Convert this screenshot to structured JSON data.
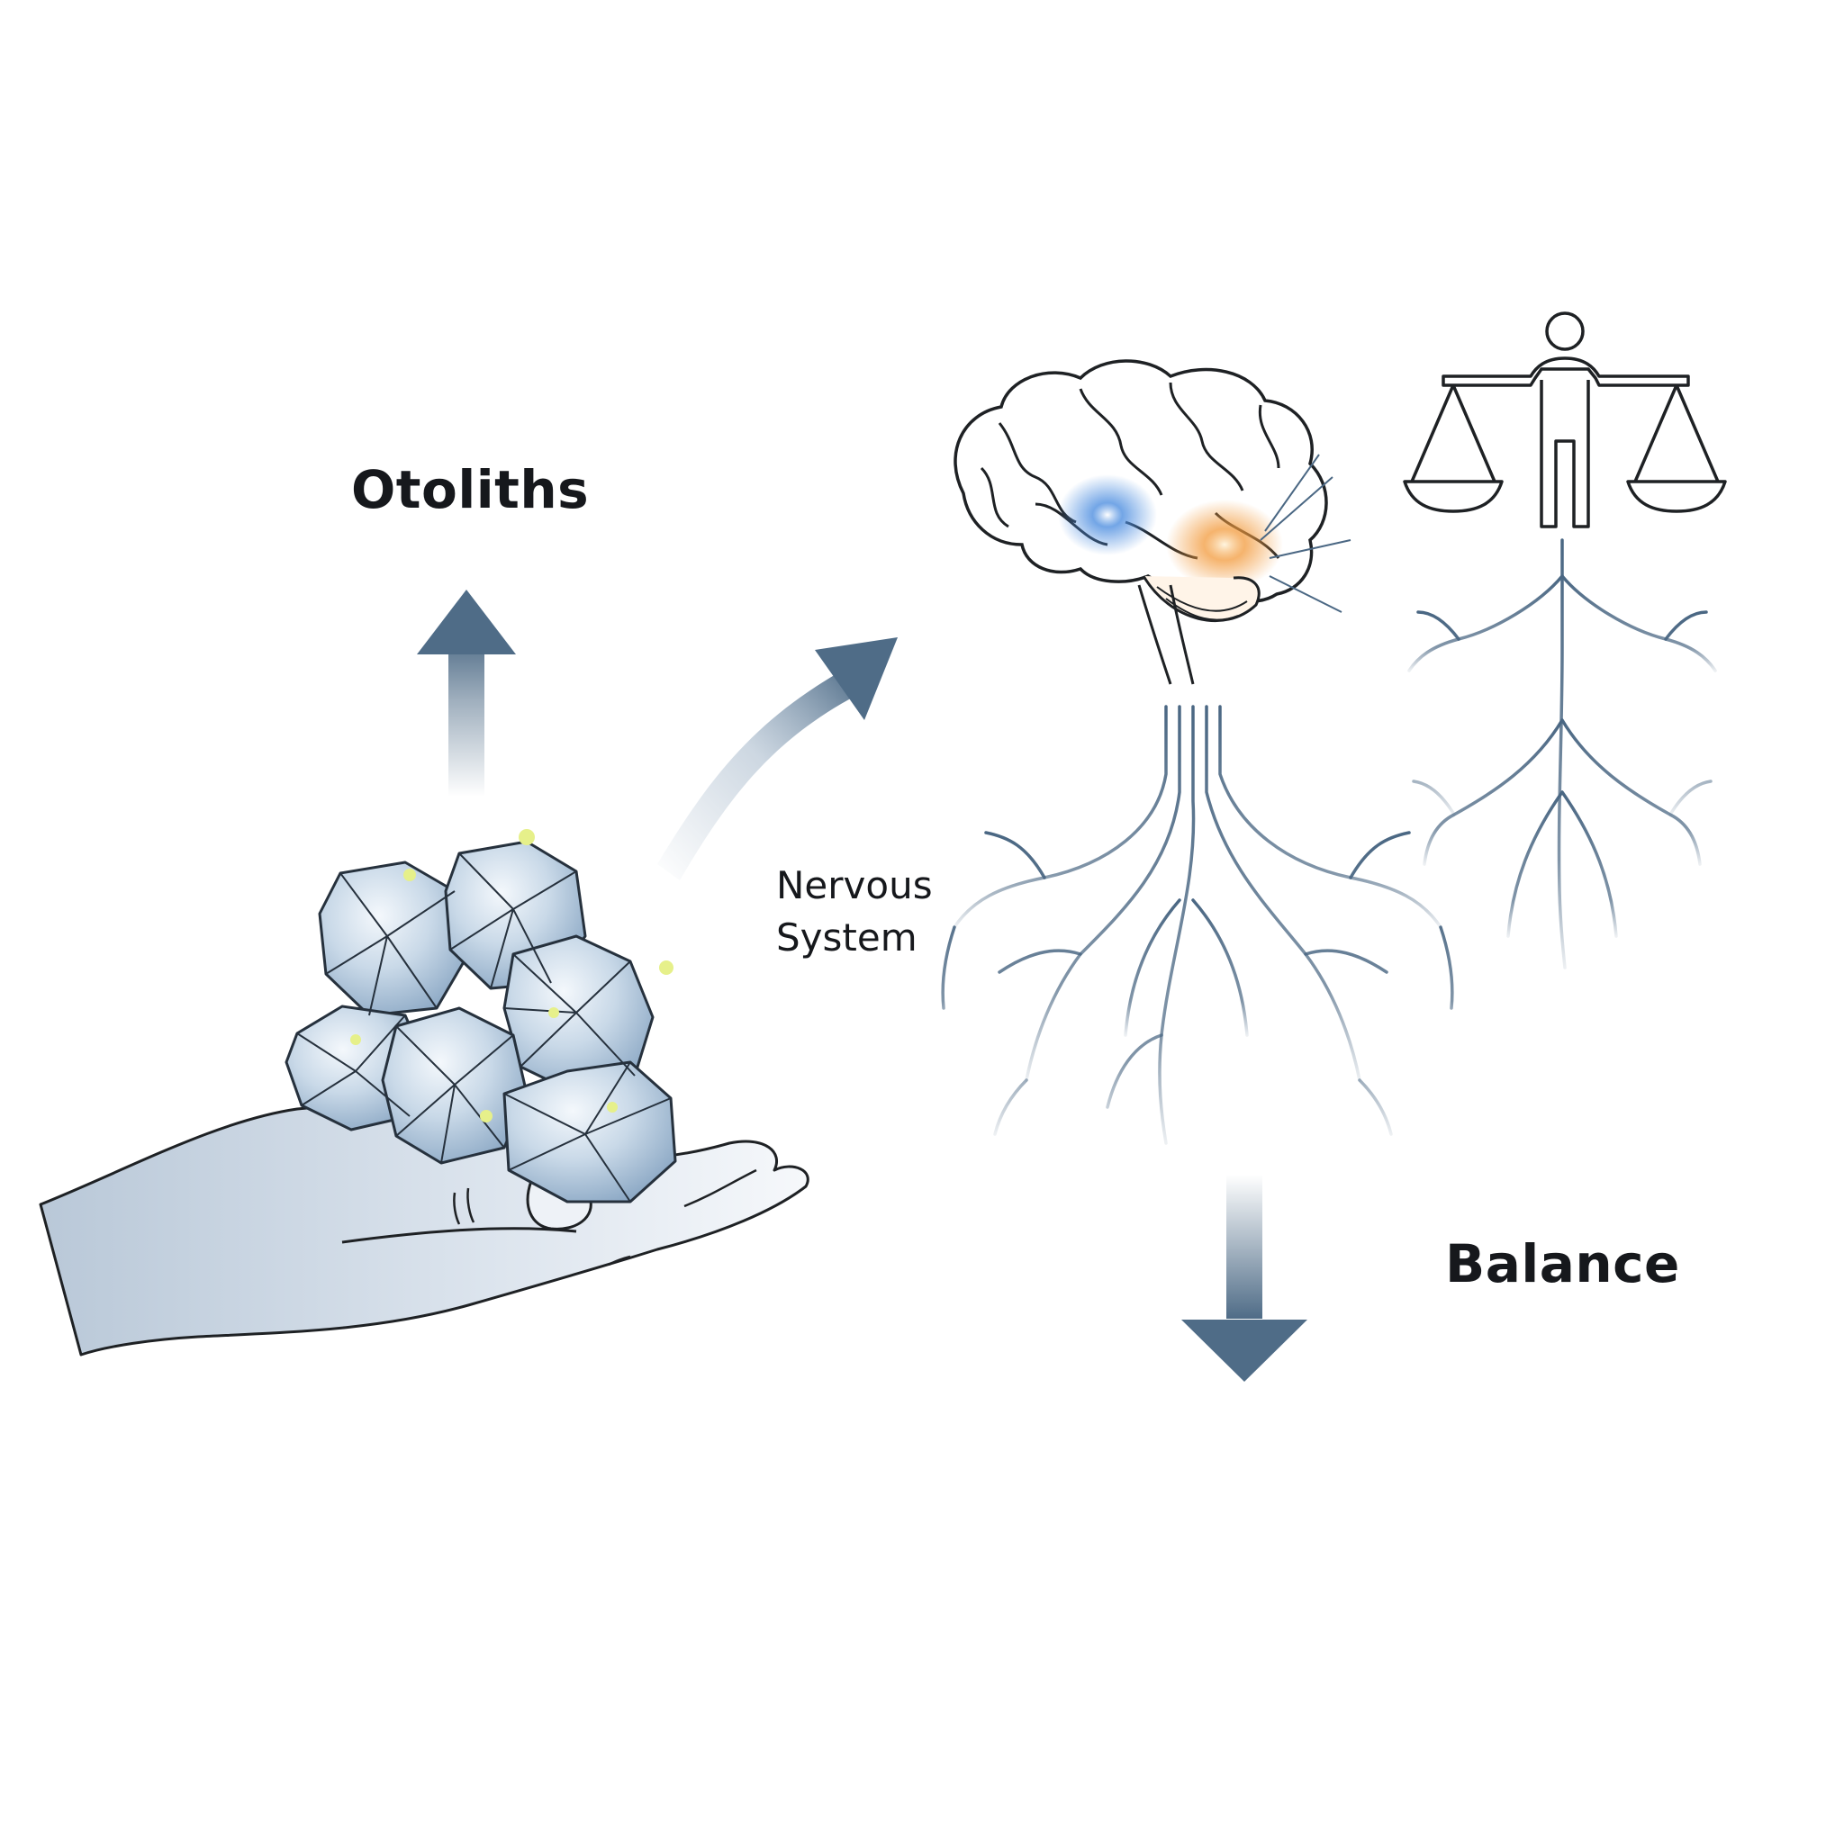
{
  "labels": {
    "otoliths": "Otoliths",
    "nervous_line1": "Nervous",
    "nervous_line2": "System",
    "balance": "Balance"
  },
  "colors": {
    "arrow": "#4f6c87",
    "nerve": "#4a6783",
    "outline": "#1e2124",
    "hand_fill": "#d3dde8",
    "crystal": "#a9c0d8",
    "glow_blue": "#4f8fe0",
    "glow_orange": "#f29a3c",
    "sparkle": "#e6f08a"
  },
  "icons": [
    "hand-icon",
    "otolith-crystals-icon",
    "brain-icon",
    "scales-figure-icon",
    "nerve-tree-icon",
    "arrow-icon"
  ]
}
